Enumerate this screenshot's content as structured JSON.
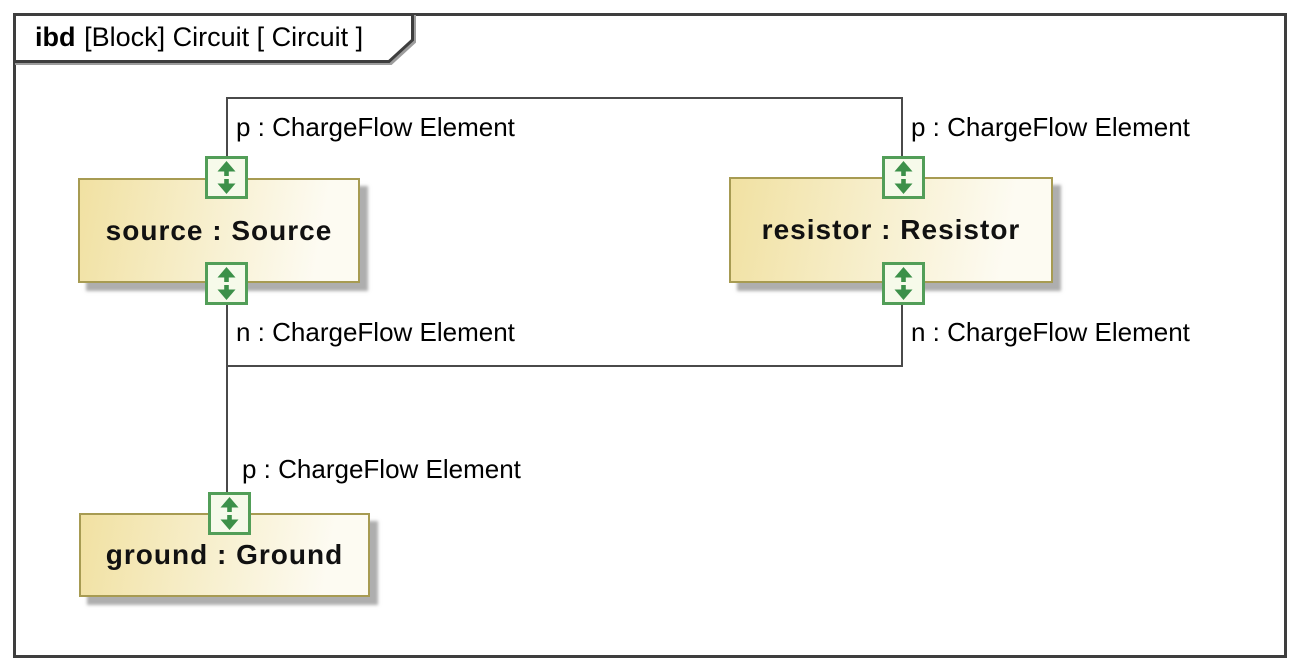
{
  "frame": {
    "title": {
      "keyword": "ibd",
      "rest": "[Block] Circuit [ Circuit ]"
    }
  },
  "blocks": {
    "source": {
      "label": "source : Source"
    },
    "resistor": {
      "label": "resistor : Resistor"
    },
    "ground": {
      "label": "ground : Ground"
    }
  },
  "port_labels": {
    "source_p": "p : ChargeFlow Element",
    "source_n": "n : ChargeFlow Element",
    "resistor_p": "p : ChargeFlow Element",
    "resistor_n": "n : ChargeFlow Element",
    "ground_p": "p : ChargeFlow Element"
  },
  "icons": {
    "port": {
      "name": "bidirectional-flow-port-icon",
      "glyph": "⇅"
    }
  },
  "colors": {
    "frame_border": "#3e3e3e",
    "block_fill_start": "#f1e1a2",
    "block_fill_end": "#fdfbf2",
    "block_border": "#a79b52",
    "port_border": "#529e58",
    "port_fill": "#f6faea",
    "port_arrow": "#3c9049",
    "connector": "#4a4a4a",
    "text": "#000000"
  }
}
